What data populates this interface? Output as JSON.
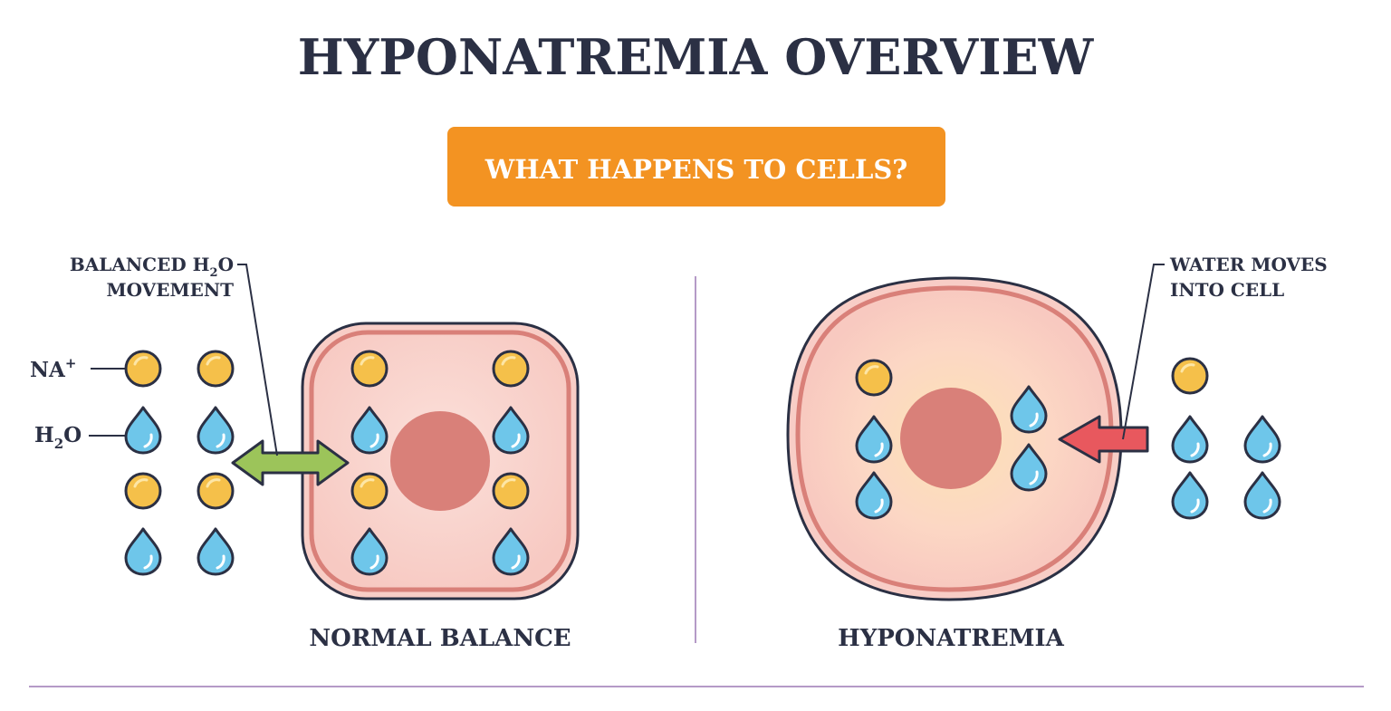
{
  "title": "HYPONATREMIA OVERVIEW",
  "banner": {
    "text": "WHAT HAPPENS TO CELLS?",
    "color": "#f39322"
  },
  "legend": {
    "sodium": {
      "label": "NA",
      "sup": "+"
    },
    "water": {
      "label": "H",
      "sub": "2",
      "label_end": "O"
    }
  },
  "callouts": {
    "balanced": {
      "line1": "BALANCED H",
      "sub": "2",
      "line1_end": "O",
      "line2": "MOVEMENT"
    },
    "water_moves": {
      "line1": "WATER MOVES",
      "line2": "INTO CELL"
    }
  },
  "panels": {
    "normal": {
      "caption": "NORMAL BALANCE"
    },
    "hyponatremia": {
      "caption": "HYPONATREMIA"
    }
  },
  "colors": {
    "ink": "#2b3044",
    "sodium": "#f5c04a",
    "water": "#6ec6ea",
    "cell_fill": "#f8cdc6",
    "cell_border": "#d98079",
    "nucleus": "#d98079",
    "arrow_balanced": "#9cc45a",
    "arrow_inflow": "#e8585e",
    "divider": "#b59ac7"
  }
}
